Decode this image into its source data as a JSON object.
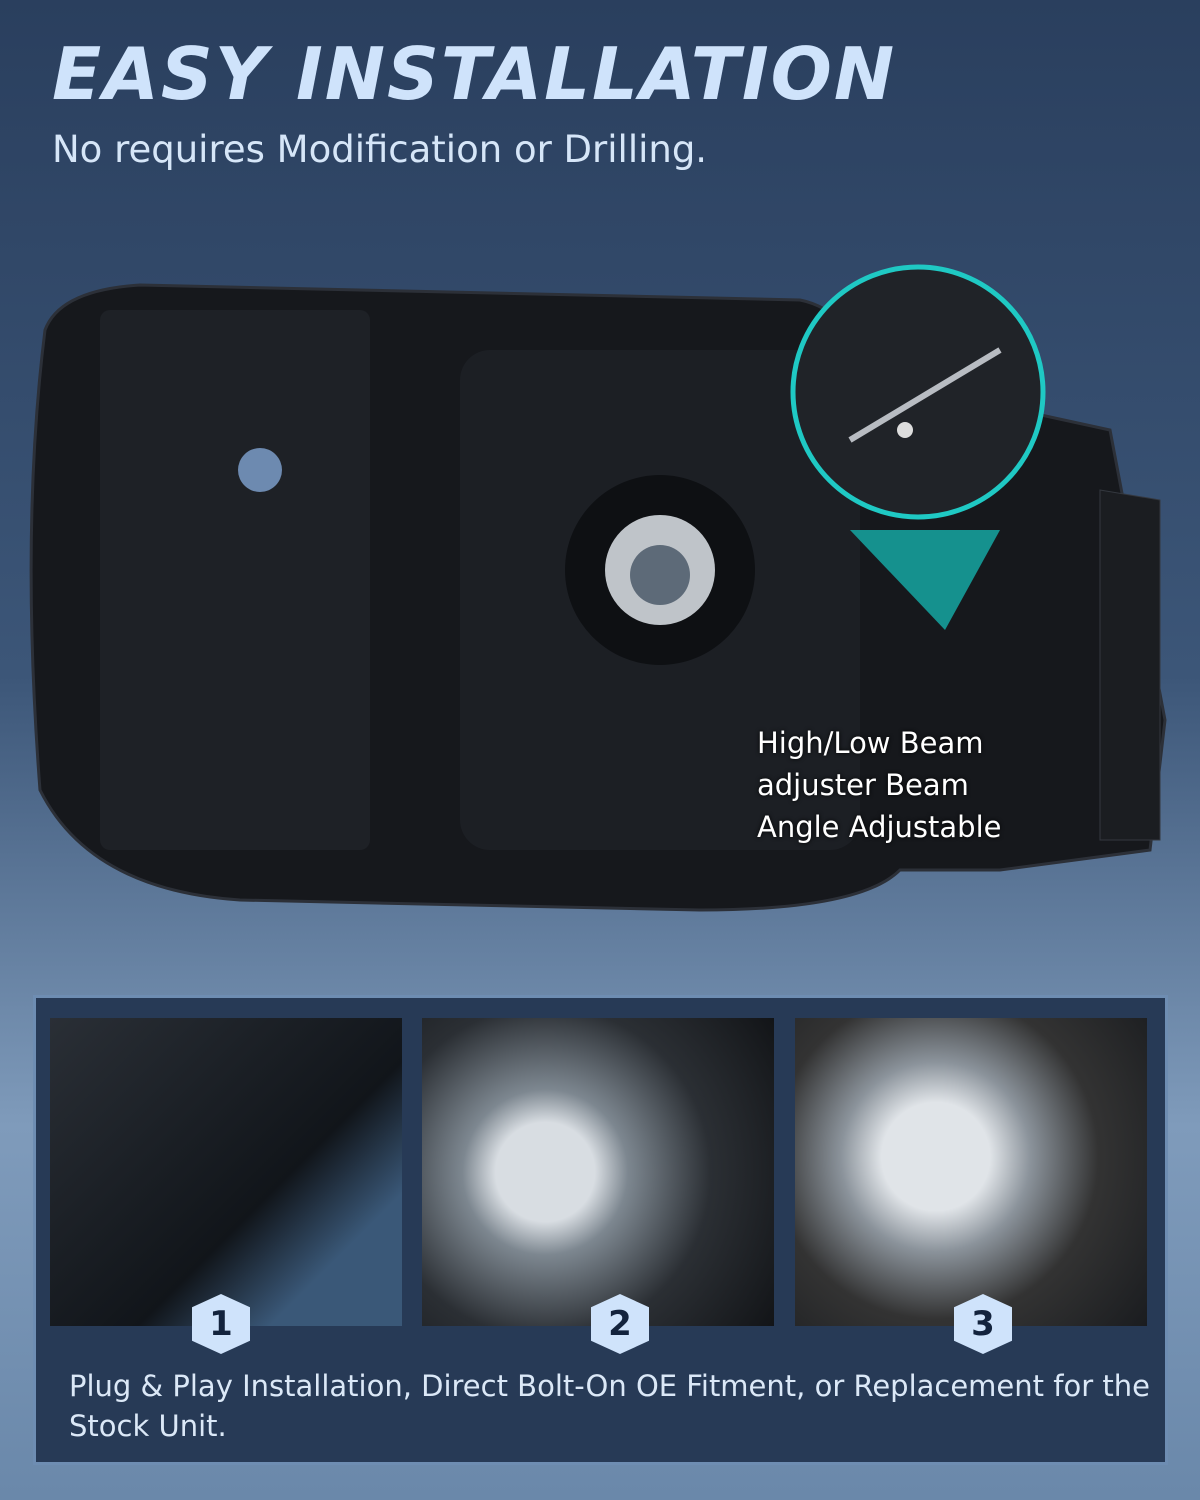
{
  "header": {
    "title": "EASY INSTALLATION",
    "subtitle": "No requires Modification or Drilling."
  },
  "feature": {
    "caption": "High/Low Beam adjuster Beam Angle Adjustable",
    "accent": "#1fc9c4"
  },
  "steps": {
    "items": [
      {
        "number": "1"
      },
      {
        "number": "2"
      },
      {
        "number": "3"
      }
    ],
    "description": "Plug & Play Installation, Direct Bolt-On OE Fitment, or Replacement for the Stock Unit."
  },
  "colors": {
    "title": "#cfe3fb",
    "panel": "#273a56",
    "badge": "#cfe3fb"
  }
}
